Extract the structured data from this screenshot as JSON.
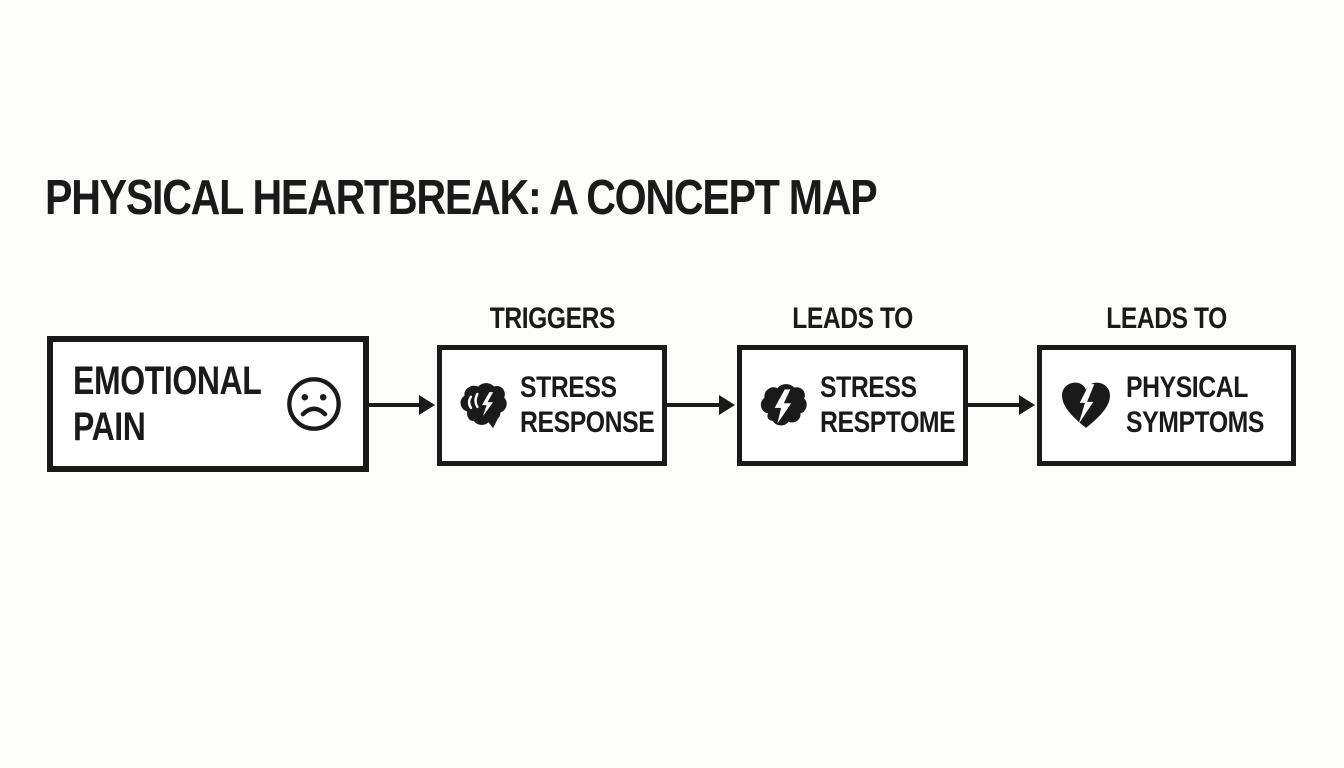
{
  "page": {
    "background_color": "#fcfcfb",
    "ink_color": "#1a1a1a"
  },
  "title": "PHYSICAL HEARTBREAK: A CONCEPT MAP",
  "diagram": {
    "nodes": [
      {
        "label": "EMOTIONAL PAIN",
        "icon": "sad-face-icon"
      },
      {
        "label": "STRESS RESPONSE",
        "icon": "brain-icon"
      },
      {
        "label": "STRESS RESPTOME",
        "icon": "brain-lightning-icon"
      },
      {
        "label": "PHYSICAL SYMPTOMS",
        "icon": "broken-heart-icon"
      }
    ],
    "edges": [
      {
        "from": "EMOTIONAL PAIN",
        "to": "STRESS RESPONSE",
        "label": "TRIGGERS"
      },
      {
        "from": "STRESS RESPONSE",
        "to": "STRESS RESPTOME",
        "label": "LEADS TO"
      },
      {
        "from": "STRESS RESPTOME",
        "to": "PHYSICAL SYMPTOMS",
        "label": "LEADS TO"
      }
    ]
  }
}
